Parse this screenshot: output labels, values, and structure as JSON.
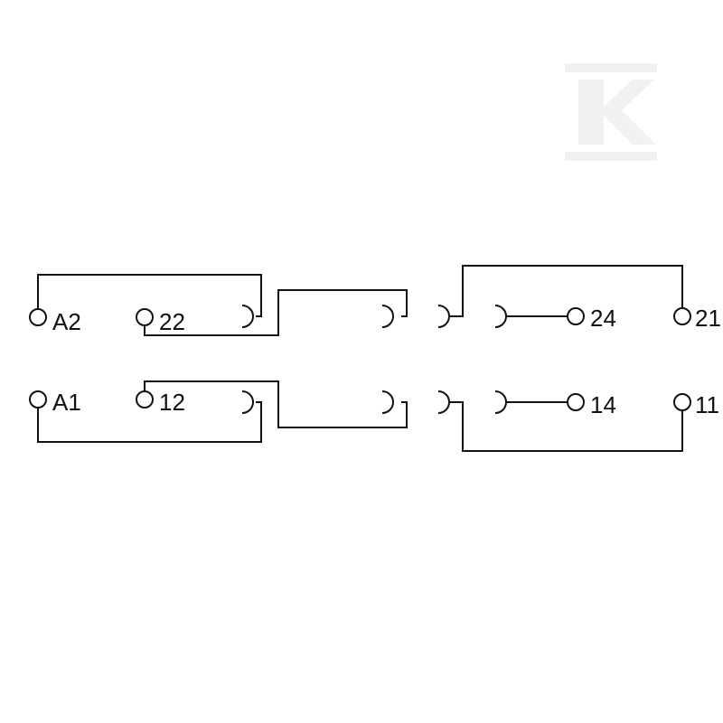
{
  "watermark": {
    "letter": "K",
    "color": "#f1f1f1"
  },
  "terminals": {
    "a2": "A2",
    "t22": "22",
    "t24": "24",
    "t21": "21",
    "a1": "A1",
    "t12": "12",
    "t14": "14",
    "t11": "11"
  },
  "colors": {
    "line": "#111111",
    "background": "#ffffff"
  }
}
